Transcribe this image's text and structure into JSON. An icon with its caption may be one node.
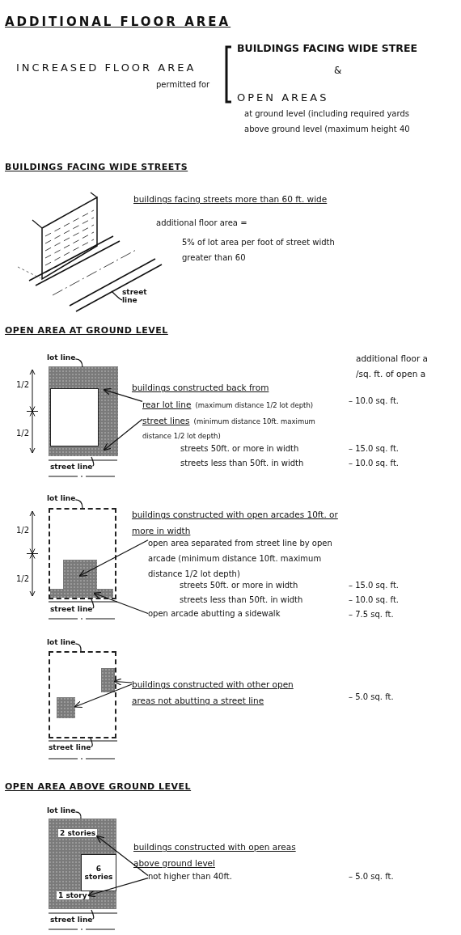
{
  "diagram": {
    "title": "ADDITIONAL FLOOR AREA",
    "nodes": [
      {
        "text": [
          "street line"
        ]
      },
      {
        "text": [
          "lot line"
        ]
      },
      {
        "text": [
          "street line"
        ]
      },
      {
        "text": [],
        "shape": "box"
      },
      {
        "text": [
          "rear lot line",
          "(maximum distance 1/2 lot depth)"
        ]
      },
      {
        "text": [
          "street lines",
          "(minimum distance 10ft. maximum distance 1/2 lot depth)"
        ]
      },
      {
        "text": [
          "lot line"
        ]
      },
      {
        "text": [
          "street line"
        ]
      },
      {
        "text": [],
        "shape": "box"
      },
      {
        "text": [],
        "shape": "box"
      },
      {
        "text": [
          "open area separated from street line by open arcade (minimum distance 10ft. maximum distance 1/2 lot depth)"
        ]
      },
      {
        "text": [
          "open arcade abutting a sidewalk"
        ]
      },
      {
        "text": [
          "lot line"
        ]
      },
      {
        "text": [
          "street line"
        ]
      },
      {
        "text": [],
        "shape": "box"
      },
      {
        "text": [],
        "shape": "box"
      },
      {
        "text": [
          "buildings constructed with other open areas not abutting a street line"
        ]
      },
      {
        "text": [
          "lot line"
        ]
      },
      {
        "text": [
          "street line"
        ]
      },
      {
        "text": [],
        "shape": "box"
      },
      {
        "text": [
          "2 stories"
        ],
        "in": 19
      },
      {
        "text": [
          "6 stories"
        ],
        "in": 19
      },
      {
        "text": [
          "1 story"
        ],
        "in": 19
      },
      {
        "text": [
          "not higher than 40ft."
        ]
      }
    ],
    "edges": [
      {
        "from": 0,
        "to": null,
        "arrow": "none"
      },
      {
        "from": 1,
        "to": null,
        "arrow": "none"
      },
      {
        "from": 2,
        "to": null,
        "arrow": "none"
      },
      {
        "from": 4,
        "to": 3,
        "arrow": "to"
      },
      {
        "from": 5,
        "to": 3,
        "arrow": "to"
      },
      {
        "from": 6,
        "to": null,
        "arrow": "none"
      },
      {
        "from": 7,
        "to": null,
        "arrow": "none"
      },
      {
        "from": 10,
        "to": 8,
        "arrow": "to"
      },
      {
        "from": 11,
        "to": 9,
        "arrow": "to"
      },
      {
        "from": 12,
        "to": null,
        "arrow": "none"
      },
      {
        "from": 13,
        "to": null,
        "arrow": "none"
      },
      {
        "from": 16,
        "to": 14,
        "arrow": "to"
      },
      {
        "from": 16,
        "to": 15,
        "arrow": "to"
      },
      {
        "from": 17,
        "to": null,
        "arrow": "none"
      },
      {
        "from": 18,
        "to": null,
        "arrow": "none"
      },
      {
        "from": 23,
        "to": 20,
        "arrow": "to"
      },
      {
        "from": 23,
        "to": 22,
        "arrow": "to"
      }
    ],
    "labels": [
      "INCREASED FLOOR AREA",
      "permitted for",
      "BUILDINGS FACING WIDE STREE",
      "&",
      "OPEN AREAS",
      "at ground level (including required yards",
      "above ground level (maximum height 40",
      "BUILDINGS FACING WIDE STREETS",
      "buildings facing streets more than 60 ft. wide",
      "additional floor area =",
      "5% of lot area per foot of street width greater than 60",
      "OPEN AREA AT GROUND LEVEL",
      "additional floor a /sq. ft. of open a",
      "1/2",
      "1/2",
      "buildings constructed back from",
      "– 10.0 sq. ft.",
      "streets 50ft. or more in width",
      "– 15.0 sq. ft.",
      "streets less than 50ft. in width",
      "– 10.0 sq. ft.",
      "1/2",
      "1/2",
      "buildings constructed with open arcades 10ft. or more in width",
      "streets 50ft. or more in width",
      "– 15.0 sq. ft.",
      "streets less than 50ft. in width",
      "– 10.0 sq. ft.",
      "– 7.5 sq. ft.",
      "– 5.0 sq. ft.",
      "OPEN AREA ABOVE GROUND LEVEL",
      "buildings constructed with open areas above ground level",
      "– 5.0 sq. ft."
    ]
  }
}
